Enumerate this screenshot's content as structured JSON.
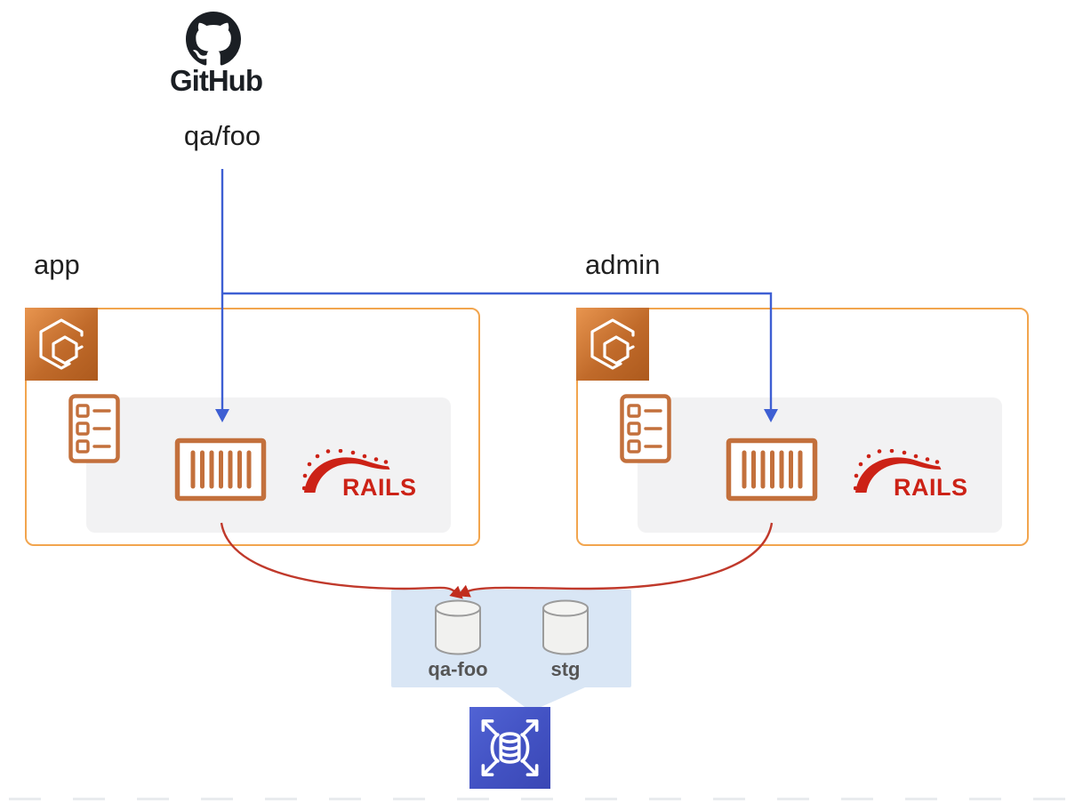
{
  "github": {
    "label": "GitHub",
    "branch_label": "qa/foo"
  },
  "clusters": [
    {
      "label": "app"
    },
    {
      "label": "admin"
    }
  ],
  "rails": {
    "label": "RAILS"
  },
  "databases": {
    "items": [
      {
        "label": "qa-foo"
      },
      {
        "label": "stg"
      }
    ]
  },
  "icons": {
    "source": "github-octocat-icon",
    "cluster_badge": "ecs-service-icon",
    "task_definition": "task-definition-icon",
    "container": "container-icon",
    "framework": "rails-logo",
    "database": "database-cylinder-icon",
    "db_endpoint": "rds-proxy-icon"
  },
  "colors": {
    "arrow_blue": "#3e5fd3",
    "arrow_red": "#c0392b",
    "box_border_orange": "#f2a54e",
    "icon_orange": "#c3703c",
    "ecs_gradient_start": "#e8954f",
    "ecs_gradient_end": "#ad5a1d",
    "rails_red": "#cc2216",
    "panel_gray": "#f2f2f3",
    "callout_blue": "#d9e6f5",
    "rds_blue": "#4353c4",
    "github_black": "#1b1f24",
    "db_label_gray": "#555555"
  }
}
